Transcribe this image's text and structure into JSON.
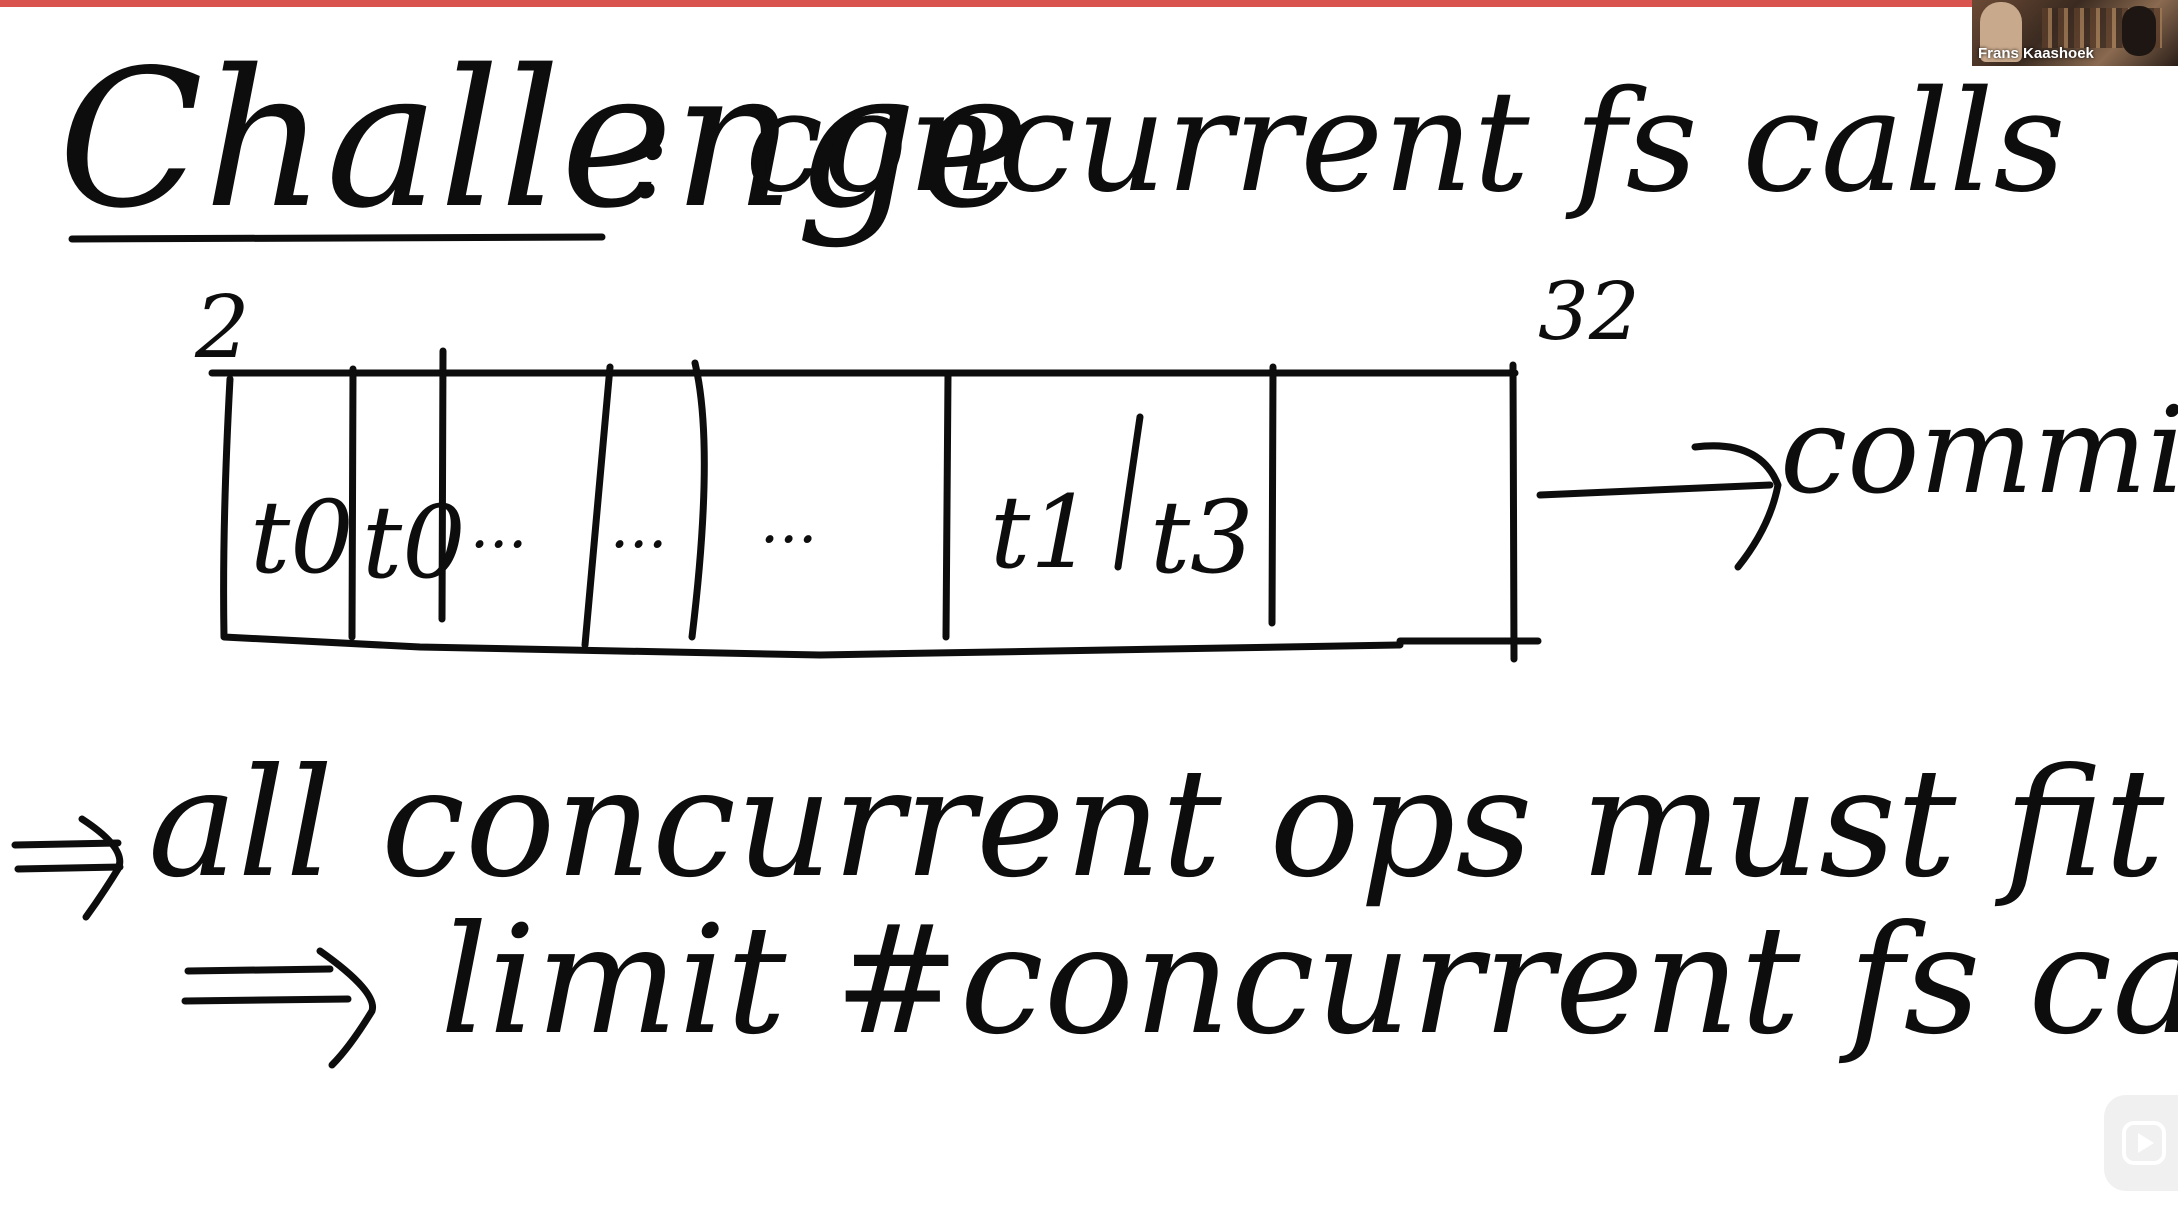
{
  "whiteboard": {
    "title": "Challenge",
    "title_colon": ":",
    "title_rest": "concurrent fs calls",
    "log_start": "2",
    "log_end": "32",
    "blocks": [
      "t0",
      "t0",
      "...",
      "...",
      "...",
      "t1",
      "t3"
    ],
    "commit_label": "commit",
    "implication_1": "all concurrent ops must fit",
    "implication_2": "limit #concurrent fs calls"
  },
  "video_call": {
    "participant_name": "Frans Kaashoek"
  },
  "player": {
    "play_icon": "play-icon"
  }
}
